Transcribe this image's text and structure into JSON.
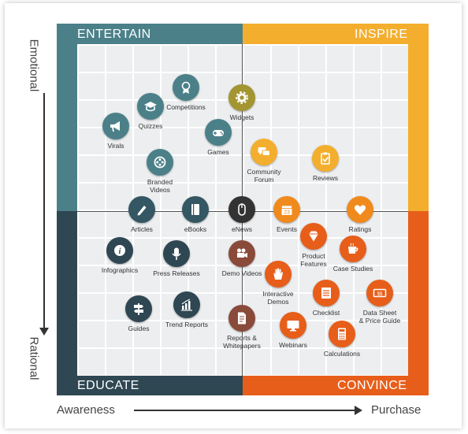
{
  "axes": {
    "vertical_top": "Emotional",
    "vertical_bottom": "Rational",
    "horizontal_left": "Awareness",
    "horizontal_right": "Purchase"
  },
  "quadrants": {
    "entertain": {
      "label": "ENTERTAIN",
      "color": "#4b8089"
    },
    "inspire": {
      "label": "INSPIRE",
      "color": "#f4ae2e"
    },
    "educate": {
      "label": "EDUCATE",
      "color": "#2f4753"
    },
    "convince": {
      "label": "CONVINCE",
      "color": "#e75e1a"
    }
  },
  "items": [
    {
      "label": "Competitions",
      "icon": "medal-icon",
      "color": "#4b8089"
    },
    {
      "label": "Quizzes",
      "icon": "graduation-cap-icon",
      "color": "#4b8089"
    },
    {
      "label": "Virals",
      "icon": "megaphone-icon",
      "color": "#4b8089"
    },
    {
      "label": "Widgets",
      "icon": "gear-icon",
      "color": "#a39531"
    },
    {
      "label": "Games",
      "icon": "gamepad-icon",
      "color": "#4b8089"
    },
    {
      "label": "Branded\nVideos",
      "icon": "film-reel-icon",
      "color": "#4b8089"
    },
    {
      "label": "Community\nForum",
      "icon": "chat-bubbles-icon",
      "color": "#f4ae2e"
    },
    {
      "label": "Reviews",
      "icon": "clipboard-check-icon",
      "color": "#f4ae2e"
    },
    {
      "label": "Articles",
      "icon": "pen-icon",
      "color": "#345763"
    },
    {
      "label": "eBooks",
      "icon": "book-icon",
      "color": "#345763"
    },
    {
      "label": "eNews",
      "icon": "mouse-icon",
      "color": "#333333"
    },
    {
      "label": "Events",
      "icon": "calendar-icon",
      "color": "#f08a1c"
    },
    {
      "label": "Ratings",
      "icon": "heart-icon",
      "color": "#f08a1c"
    },
    {
      "label": "Infographics",
      "icon": "info-icon",
      "color": "#2f4753"
    },
    {
      "label": "Press Releases",
      "icon": "microphone-icon",
      "color": "#2f4753"
    },
    {
      "label": "Demo Videos",
      "icon": "video-camera-icon",
      "color": "#8a4a3a"
    },
    {
      "label": "Product\nFeatures",
      "icon": "diamond-icon",
      "color": "#e75e1a"
    },
    {
      "label": "Case Studies",
      "icon": "coffee-cup-icon",
      "color": "#e75e1a"
    },
    {
      "label": "Interactive\nDemos",
      "icon": "hand-icon",
      "color": "#e75e1a"
    },
    {
      "label": "Checklist",
      "icon": "checklist-icon",
      "color": "#e75e1a"
    },
    {
      "label": "Data Sheet\n& Price Guide",
      "icon": "price-tag-icon",
      "color": "#e75e1a"
    },
    {
      "label": "Guides",
      "icon": "signpost-icon",
      "color": "#2f4753"
    },
    {
      "label": "Trend Reports",
      "icon": "bar-chart-icon",
      "color": "#2f4753"
    },
    {
      "label": "Reports &\nWhitepapers",
      "icon": "document-icon",
      "color": "#8a4a3a"
    },
    {
      "label": "Webinars",
      "icon": "monitor-icon",
      "color": "#e75e1a"
    },
    {
      "label": "Calculations",
      "icon": "calculator-icon",
      "color": "#e75e1a"
    }
  ]
}
